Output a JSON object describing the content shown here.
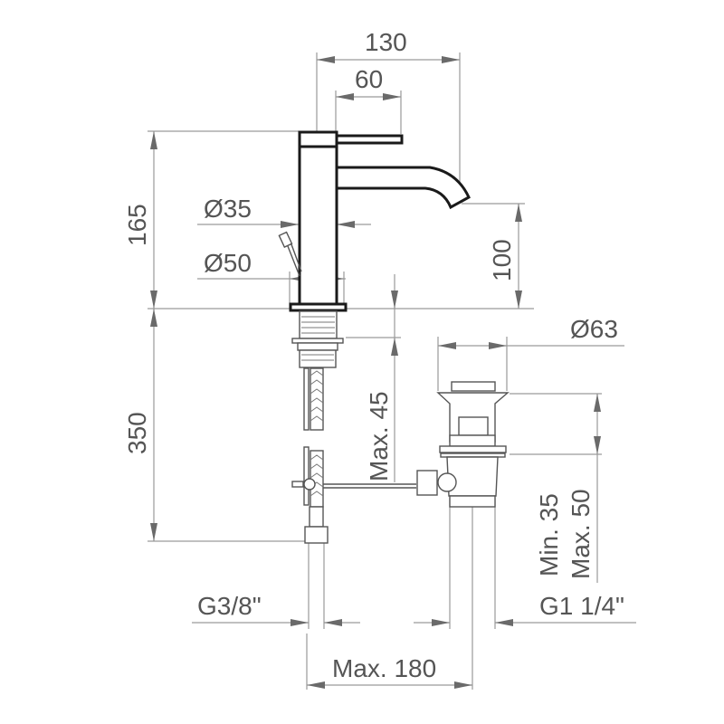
{
  "drawing": {
    "title": "Basin mixer with pop-up waste - dimension drawing",
    "line_color": "#1a1a1a",
    "dim_color": "#9a9a9a",
    "text_color": "#555555"
  },
  "dimensions": {
    "overall_projection": "130",
    "lever_length": "60",
    "body_height": "165",
    "body_diameter": "Ø35",
    "base_diameter": "Ø50",
    "spout_height": "100",
    "hose_length": "350",
    "max_deck_thickness": "Max. 45",
    "waste_flange_diameter": "Ø63",
    "waste_min_thickness": "Min. 35",
    "waste_max_thickness": "Max. 50",
    "inlet_thread": "G3/8\"",
    "waste_thread": "G1 1/4\"",
    "max_rod_distance": "Max. 180"
  }
}
